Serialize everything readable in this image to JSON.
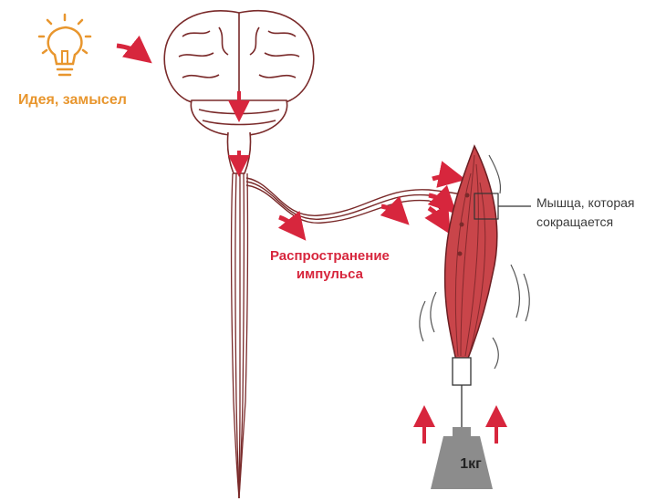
{
  "labels": {
    "idea": "Идея, замысел",
    "impulse_line1": "Распространение",
    "impulse_line2": "импульса",
    "muscle_line1": "Мышца, которая",
    "muscle_line2": "сокращается",
    "weight": "1кг"
  },
  "colors": {
    "accent_red": "#d7263d",
    "idea_orange": "#e8962e",
    "nerve_line": "#7a2a2a",
    "muscle_fill": "#c9454a",
    "weight_gray": "#8c8c8c"
  },
  "icons": {
    "idea": "lightbulb-icon",
    "arrows": "red-arrow-icon"
  }
}
